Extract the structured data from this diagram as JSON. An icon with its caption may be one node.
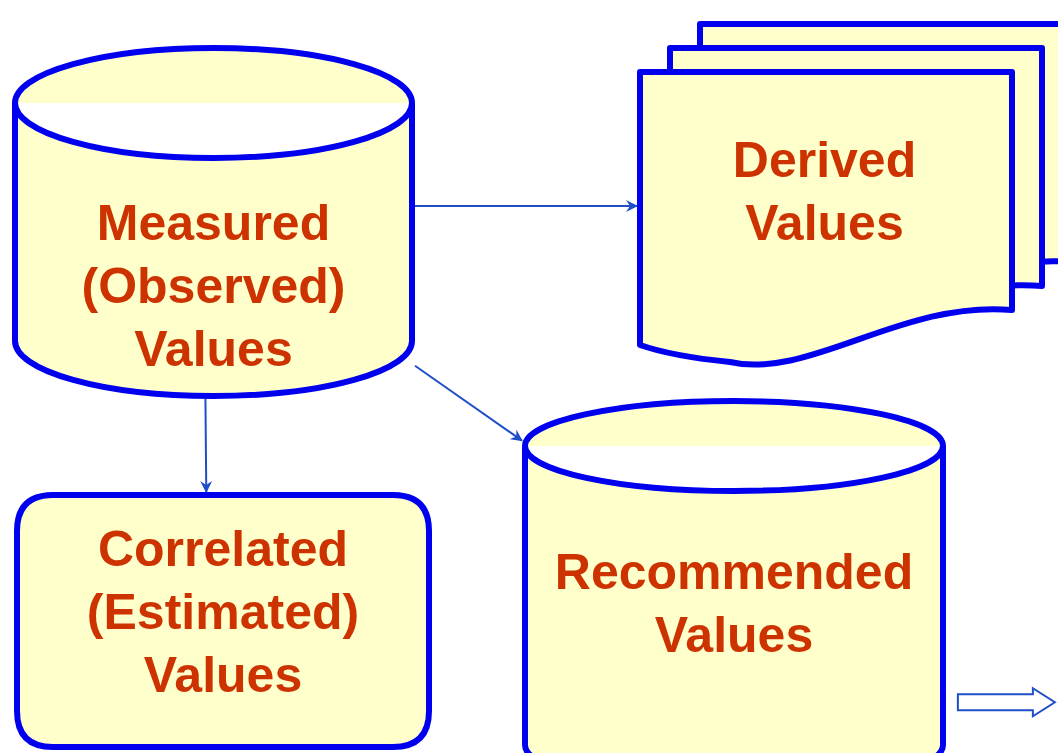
{
  "diagram": {
    "nodes": [
      {
        "text": [
          "Measured (Observed) Values"
        ]
      },
      {
        "text": [
          "Derived Values"
        ]
      },
      {
        "text": [
          "Correlated (Estimated) Values"
        ]
      },
      {
        "text": [
          "Recommended Values"
        ]
      }
    ],
    "edges": [
      {
        "from": 0,
        "to": 1,
        "arrow": "to"
      },
      {
        "from": 0,
        "to": 2,
        "arrow": "to"
      },
      {
        "from": 0,
        "to": 3,
        "arrow": "to"
      },
      {
        "from": 3,
        "to": null,
        "arrow": "to",
        "style": "thick"
      }
    ]
  }
}
